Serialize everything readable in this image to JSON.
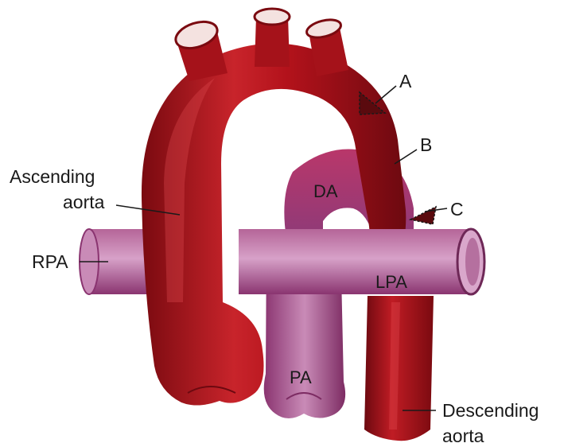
{
  "labels": {
    "ascending_line1": "Ascending",
    "ascending_line2": "aorta",
    "rpa": "RPA",
    "da": "DA",
    "lpa": "LPA",
    "pa": "PA",
    "a": "A",
    "b": "B",
    "c": "C",
    "descending_line1": "Descending",
    "descending_line2": "aorta"
  },
  "colors": {
    "aorta": "#b3121b",
    "aorta_dark": "#7a0a10",
    "aorta_highlight": "#e04a4f",
    "pulmonary": "#9a3f7a",
    "pulmonary_light": "#d7a1c8",
    "pulmonary_dark": "#6e2857",
    "ductus": "#a8486f"
  }
}
